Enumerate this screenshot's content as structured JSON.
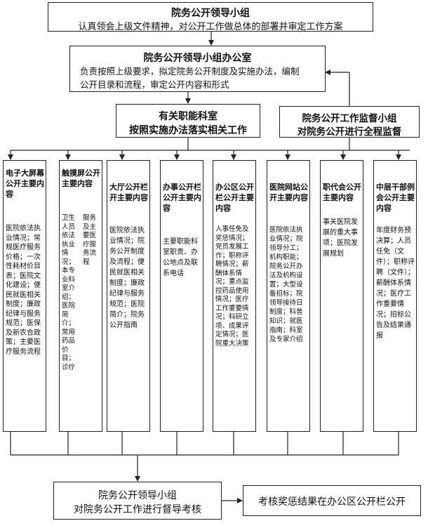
{
  "top": {
    "title": "院务公开领导小组",
    "text": "认真领会上级文件精神，对公开工作做总体的部署并审定工作方案"
  },
  "office": {
    "title": "院务公开领导小组办公室",
    "line1": "负责按照上级要求，拟定院务公开制度及实施办法，编制",
    "line2": "公开目录和流程，审定公开内容和形式"
  },
  "departments": {
    "title": "有关职能科室",
    "text": "按照实施办法落实相关工作"
  },
  "supervision": {
    "title": "院务公开工作监督小组",
    "text": "对院务公开进行全程监督"
  },
  "columns": [
    {
      "title": "电子大屏幕公开主要内容",
      "body": "医院依法执业情况；常规医疗服务价格；一次性耗材价目表；医院文化建设；便民就医相关制度；廉政纪律与服务规范；医保及新农合政策；主要医疗服务流程"
    },
    {
      "title": "触摸屏公开主要内容",
      "body": "卫生人员依法执业情况；本专业科室介绍；医院简介；常用药品价目；诊疗服务及主要医疗服务流程"
    },
    {
      "title": "大厅公开栏开主要内容",
      "body": "医院依法执业情况；院务公开制度及流程；便民就医相关制度；廉政纪律与服务规范；医院简介；院务公开指南"
    },
    {
      "title": "办事公开栏公开主要内容",
      "body": "主要职能科室职责、办公地点及联系电话"
    },
    {
      "title": "办公区公开栏公开主要内容",
      "body": "人事任免及奖惩情况；党员发展工作；职称评聘情况；薪酬体系情况；重点监控药品使用情况；医疗工作重要情况；科研立项、成果评定情况；医院重大决策"
    },
    {
      "title": "医院网站公开主要内容",
      "body": "医院依法执业情况；院领导分工；机构职能；院务公开办法及机构设置；大型设备招标；院领导接待日制度；科普知识；就医指南；科室及专家介绍"
    },
    {
      "title": "职代会公开主要内容",
      "body": "事关医院发展的重大事项；医院发展规划"
    },
    {
      "title": "中层干部例会公开主要内容",
      "body": "年度财务预决算；人员任免（文件）；职称评聘（文件）；薪酬体系情况；医疗工作重要情况；招标公告及结果通报"
    }
  ],
  "assess": {
    "line1": "院务公开领导小组",
    "line2": "对院务公开工作进行督导考核"
  },
  "result": {
    "text": "考核奖惩结果在办公区公开栏公开"
  },
  "colors": {
    "line": "#222222",
    "border": "#222222",
    "text": "#111111"
  }
}
